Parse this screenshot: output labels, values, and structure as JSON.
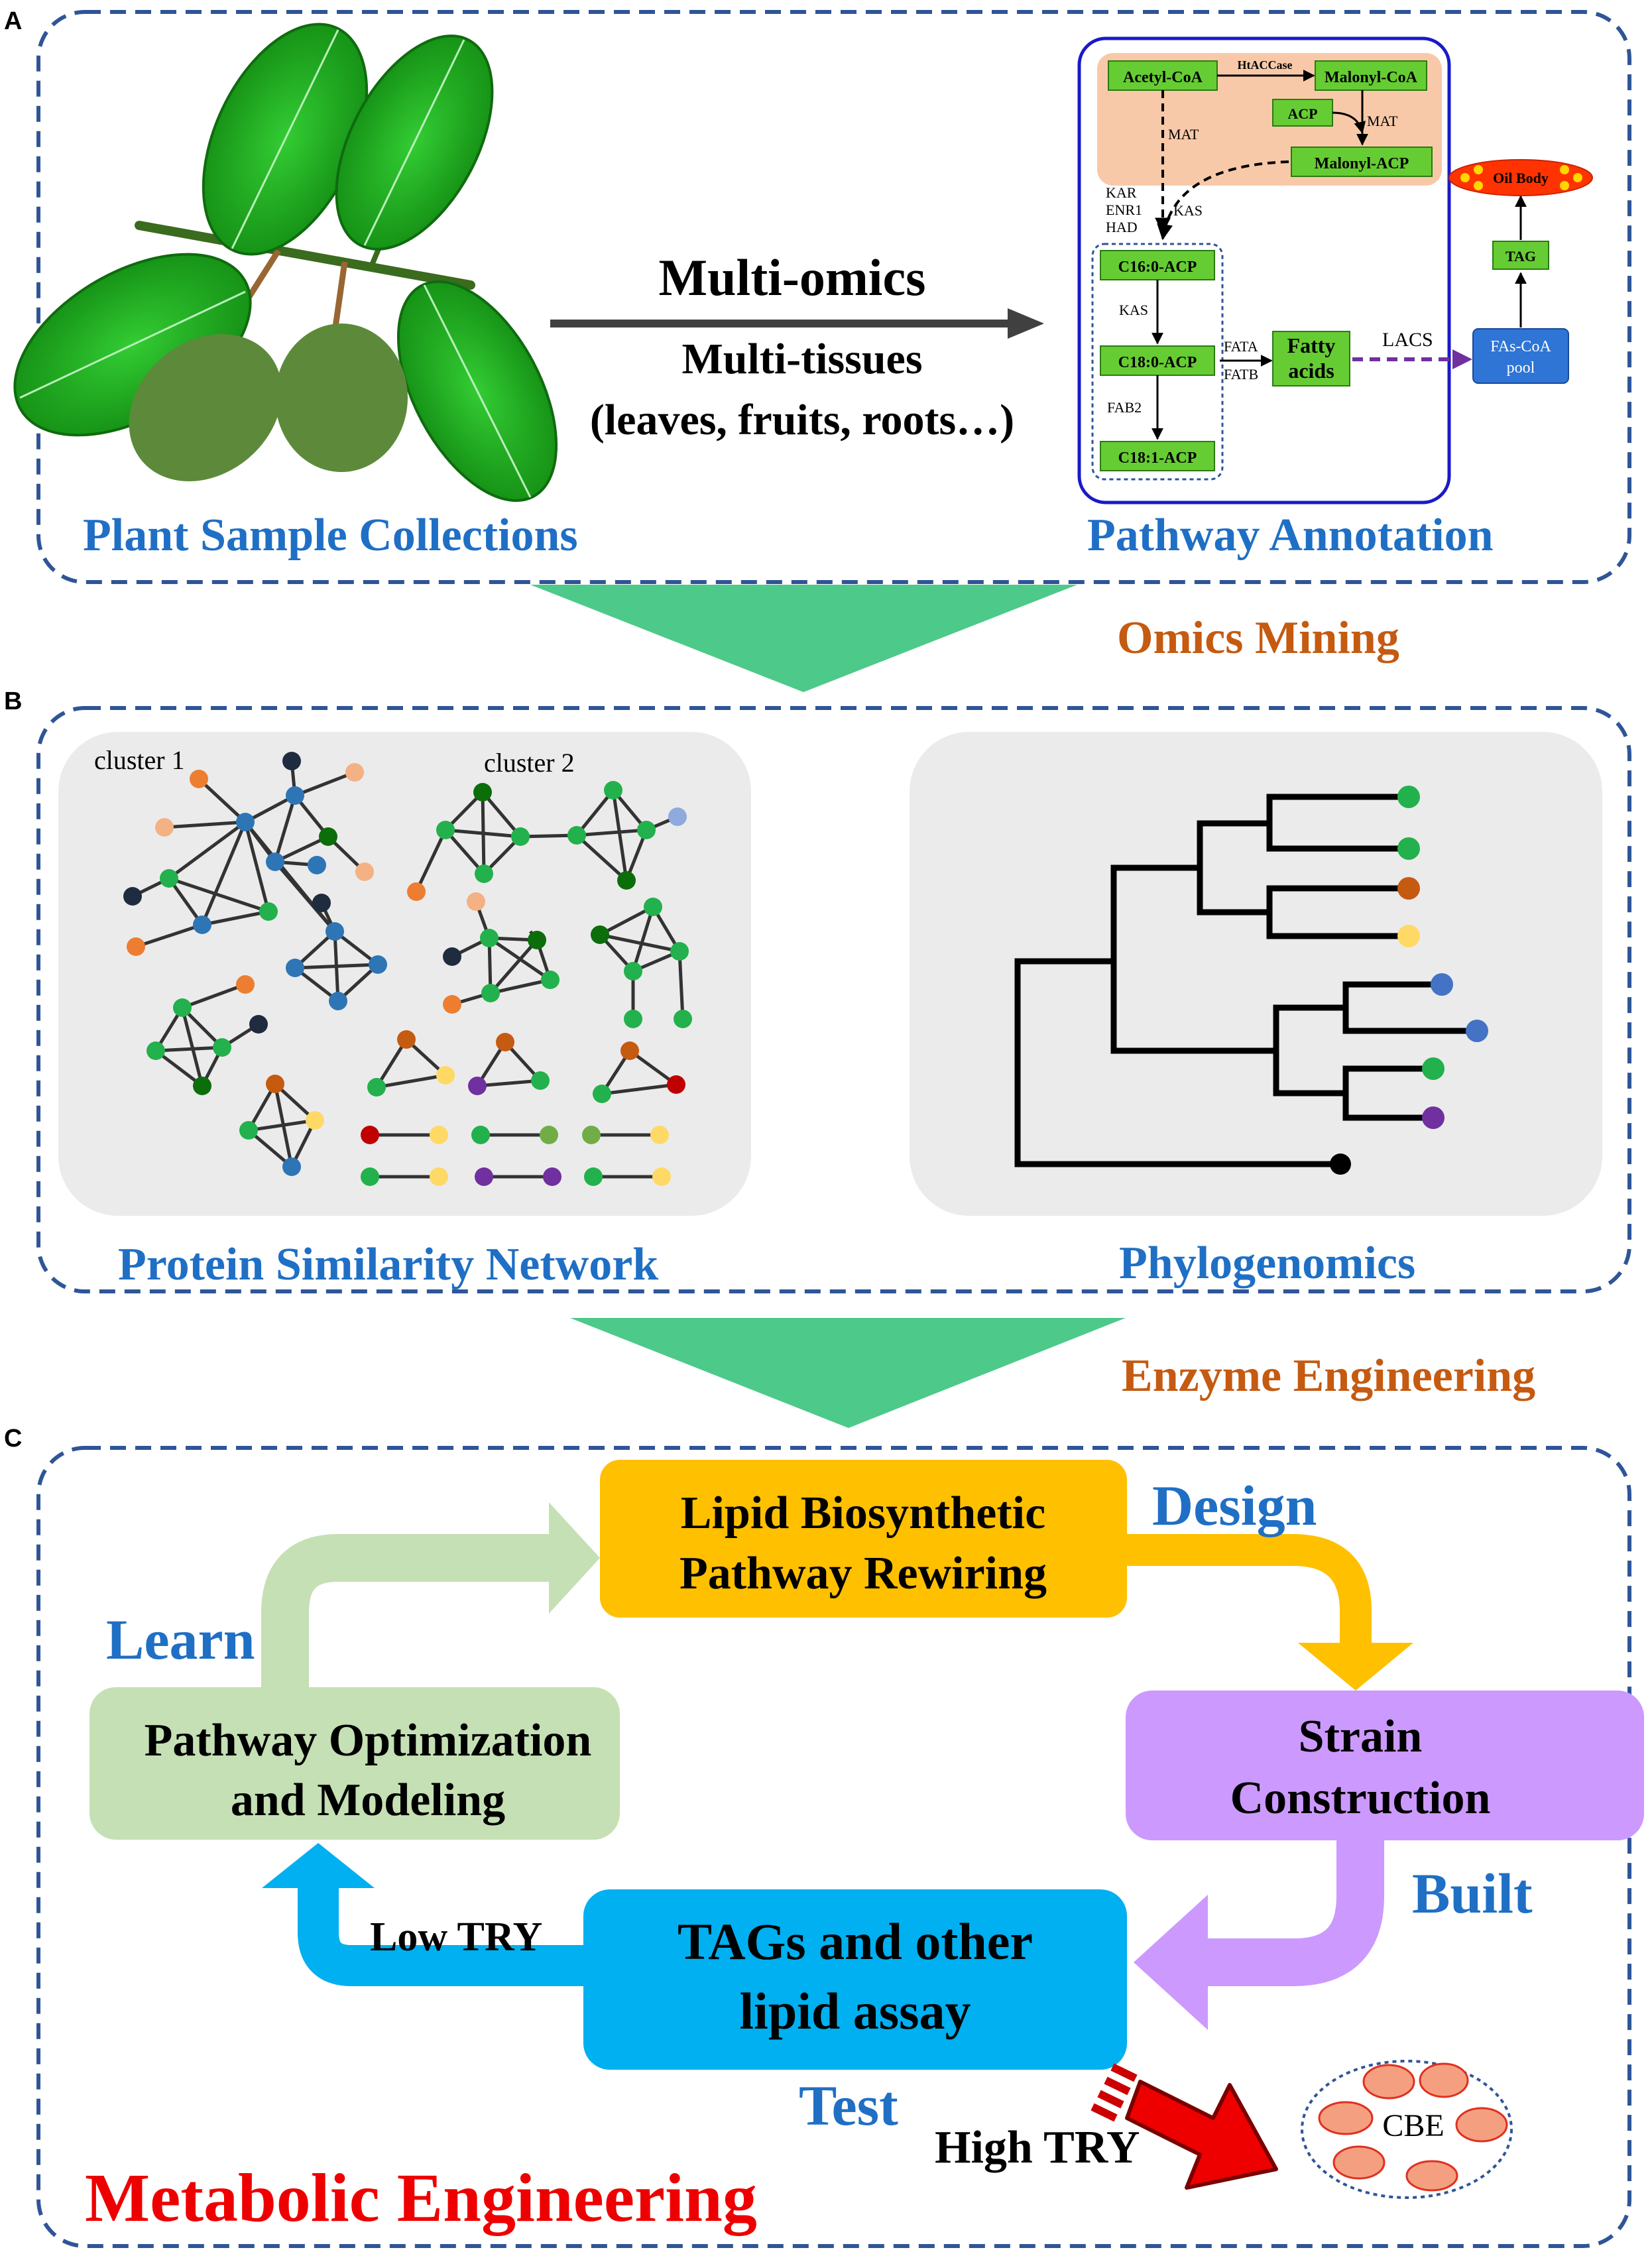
{
  "panels": {
    "a_letter": "A",
    "b_letter": "B",
    "c_letter": "C"
  },
  "panel_a": {
    "arrow_line1": "Multi-omics",
    "arrow_line2": "Multi-tissues",
    "arrow_line3": "(leaves, fruits, roots…)",
    "left_caption": "Plant Sample Collections",
    "right_caption": "Pathway Annotation",
    "pathway": {
      "acetyl_coa": "Acetyl-CoA",
      "htaccase": "HtACCase",
      "malonyl_coa": "Malonyl-CoA",
      "acp": "ACP",
      "mat_right": "MAT",
      "mat_left": "MAT",
      "malonyl_acp": "Malonyl-ACP",
      "kar": "KAR",
      "enr1": "ENR1",
      "had": "HAD",
      "kas_top": "KAS",
      "c16": "C16:0-ACP",
      "kas_mid": "KAS",
      "c18_0": "C18:0-ACP",
      "fab2": "FAB2",
      "c18_1": "C18:1-ACP",
      "fata": "FATA",
      "fatb": "FATB",
      "fatty_acids_1": "Fatty",
      "fatty_acids_2": "acids",
      "lacs": "LACS",
      "fas_coa_1": "FAs-CoA",
      "fas_coa_2": "pool",
      "tag": "TAG",
      "oil_body": "Oil Body"
    }
  },
  "divider_1": "Omics Mining",
  "panel_b": {
    "cluster1": "cluster 1",
    "cluster2": "cluster 2",
    "left_caption": "Protein Similarity Network",
    "right_caption": "Phylogenomics"
  },
  "divider_2": "Enzyme Engineering",
  "panel_c": {
    "design_box_1": "Lipid Biosynthetic",
    "design_box_2": "Pathway Rewiring",
    "design_label": "Design",
    "learn_label": "Learn",
    "learn_box_1": "Pathway Optimization",
    "learn_box_2": "and Modeling",
    "build_box_1": "Strain",
    "build_box_2": "Construction",
    "build_label": "Built",
    "test_box_1": "TAGs and other",
    "test_box_2": "lipid assay",
    "test_label": "Test",
    "low_try": "Low TRY",
    "high_try": "High TRY",
    "cbe": "CBE",
    "title": "Metabolic Engineering"
  },
  "colors": {
    "frame": "#2F5597",
    "caption_blue": "#1F6FC5",
    "orange_text": "#C55A11",
    "chevron": "#4DC98A",
    "title_red": "#EE0000",
    "design_gold": "#FFC000",
    "learn_green": "#C5E0B4",
    "build_purple": "#CC99FF",
    "test_blue": "#00B0F0"
  }
}
